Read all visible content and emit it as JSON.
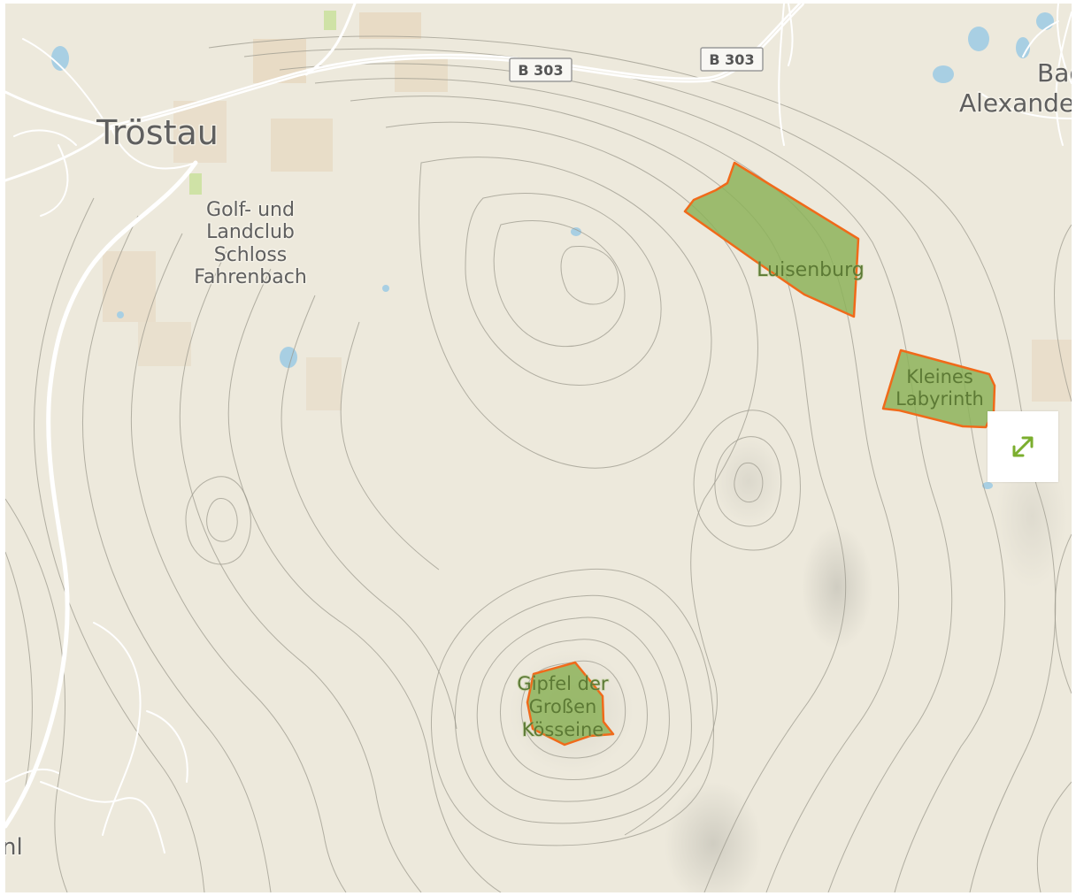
{
  "map": {
    "places": {
      "troestau": "Tröstau",
      "bad_alexandersbad_line1": "Bad",
      "bad_alexandersbad_line2": "Alexanders",
      "golf_line1": "Golf- und",
      "golf_line2": "Landclub",
      "golf_line3": "Schloss",
      "golf_line4": "Fahrenbach",
      "edge_left": "nl"
    },
    "road_shields": [
      "B 303",
      "B 303"
    ],
    "areas": [
      {
        "id": "luisenburg",
        "lines": [
          "Luisenburg"
        ]
      },
      {
        "id": "kleines-labyrinth",
        "lines": [
          "Kleines",
          "Labyrinth"
        ]
      },
      {
        "id": "gipfel",
        "lines": [
          "Gipfel der",
          "Großen",
          "Kösseine"
        ]
      }
    ]
  },
  "controls": {
    "fullscreen_icon": "expand-arrows-icon"
  },
  "colors": {
    "background": "#ede9dc",
    "contour": "#9c9a8e",
    "road": "#ffffff",
    "area_fill": "#8db35a",
    "area_stroke": "#f06a1a",
    "accent": "#7bae2e"
  }
}
